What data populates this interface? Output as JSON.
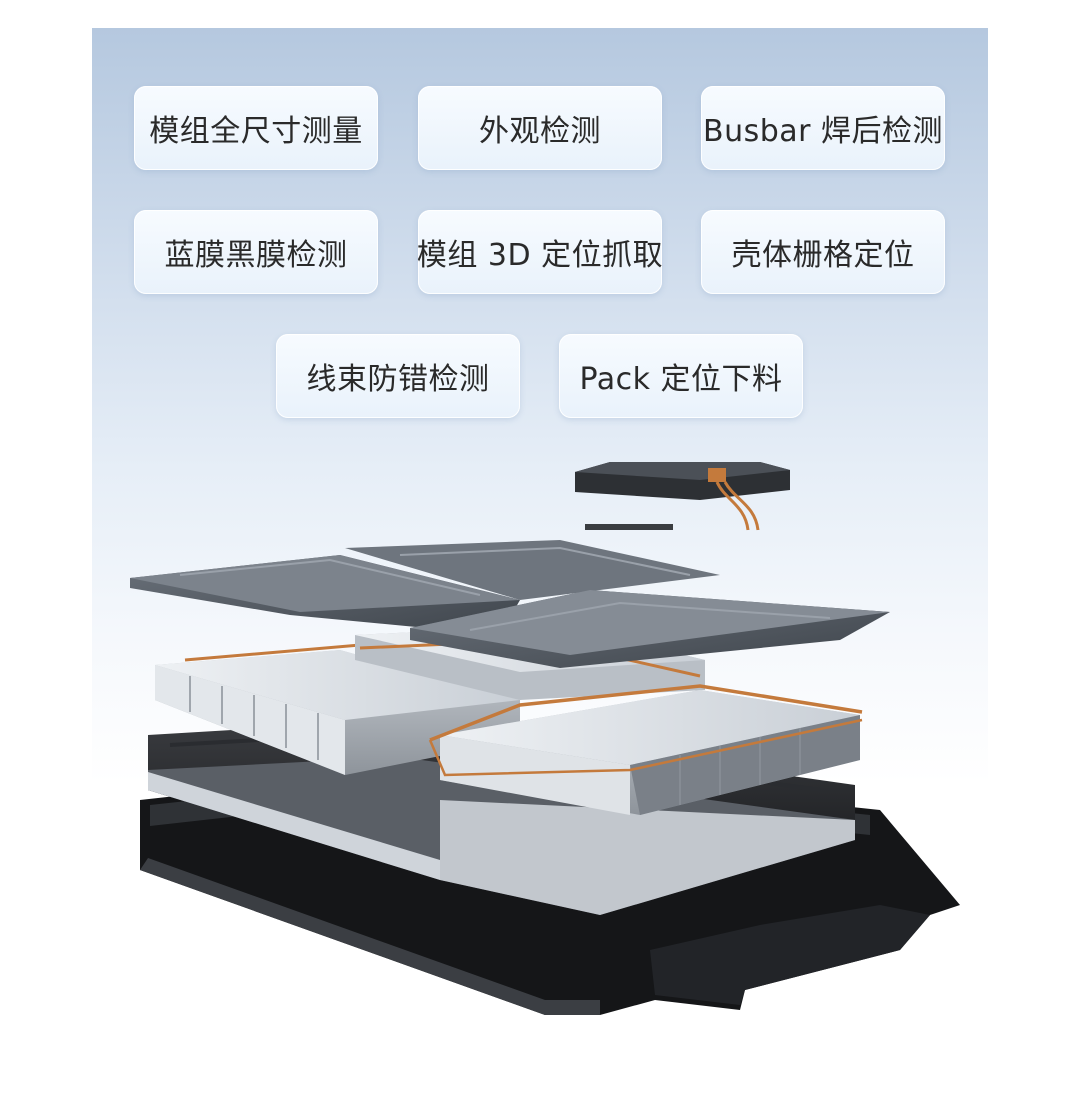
{
  "features": [
    {
      "label": "模组全尺寸测量"
    },
    {
      "label": "外观检测"
    },
    {
      "label": "Busbar 焊后检测"
    },
    {
      "label": "蓝膜黑膜检测"
    },
    {
      "label": "模组 3D 定位抓取"
    },
    {
      "label": "壳体栅格定位"
    },
    {
      "label": "线束防错检测"
    },
    {
      "label": "Pack 定位下料"
    }
  ],
  "colors": {
    "pill_text": "#2a2a2a",
    "copper": "#c47a3c",
    "tray": "#1a1b1d",
    "cell": "#d8dde2"
  },
  "illustration": {
    "subject": "exploded battery pack",
    "icons": [
      "bms-box-icon",
      "cover-plate-icon",
      "battery-module-icon",
      "tray-icon",
      "base-frame-icon"
    ]
  }
}
